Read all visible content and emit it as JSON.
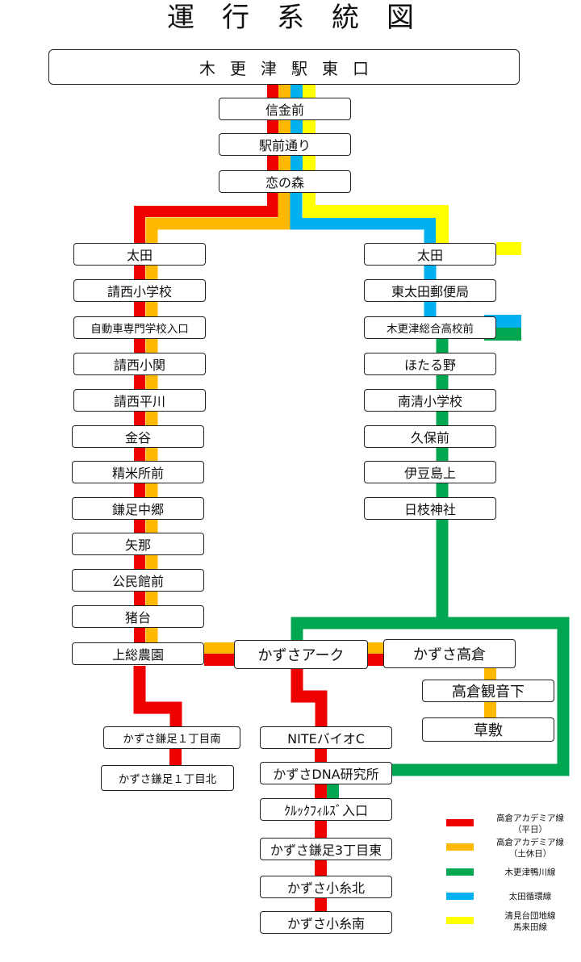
{
  "title": "運行系統図",
  "terminal": "木更津駅東口",
  "colors": {
    "red": "#ee0000",
    "orange": "#ffb800",
    "green": "#00a650",
    "blue": "#00b0f0",
    "yellow": "#ffff00"
  },
  "stops": {
    "shinkinmae": "信金前",
    "ekimaedori": "駅前通り",
    "koinomori": "恋の森",
    "ota_left": "太田",
    "ota_right": "太田",
    "shinzai_sho": "請西小学校",
    "jidosha": "自動車専門学校入口",
    "shinzai_koseki": "請西小関",
    "shinzai_hirakawa": "請西平川",
    "kanaya": "金谷",
    "seimaijo": "精米所前",
    "kamatari_nakago": "鎌足中郷",
    "yana": "矢那",
    "kominkan": "公民館前",
    "inodai": "猪台",
    "kazusa_noen": "上総農園",
    "kazusa_ark": "かずさアーク",
    "kazusa_takakura": "かずさ高倉",
    "takakura_kannon": "高倉観音下",
    "soshiki": "草敷",
    "kamatari1_minami": "かずさ鎌足１丁目南",
    "kamatari1_kita": "かずさ鎌足１丁目北",
    "nite": "NITEバイオC",
    "dna": "かずさDNA研究所",
    "clark": "ｸﾙｯｸﾌｨﾙｽﾞ入口",
    "kamatari3_higashi": "かずさ鎌足3丁目東",
    "koito_kita": "かずさ小糸北",
    "koito_minami": "かずさ小糸南",
    "higashiota": "東太田郵便局",
    "kisarazu_sogo": "木更津総合高校前",
    "hotaruno": "ほたる野",
    "minamikiyo": "南清小学校",
    "kubomae": "久保前",
    "izujimakami": "伊豆島上",
    "hiejinja": "日枝神社"
  },
  "legend": [
    {
      "color": "#ee0000",
      "label": "高倉アカデミア線\n（平日）"
    },
    {
      "color": "#ffb800",
      "label": "高倉アカデミア線\n（土休日）"
    },
    {
      "color": "#00a650",
      "label": "木更津鴨川線"
    },
    {
      "color": "#00b0f0",
      "label": "太田循環線"
    },
    {
      "color": "#ffff00",
      "label": "清見台団地線\n馬来田線"
    }
  ]
}
